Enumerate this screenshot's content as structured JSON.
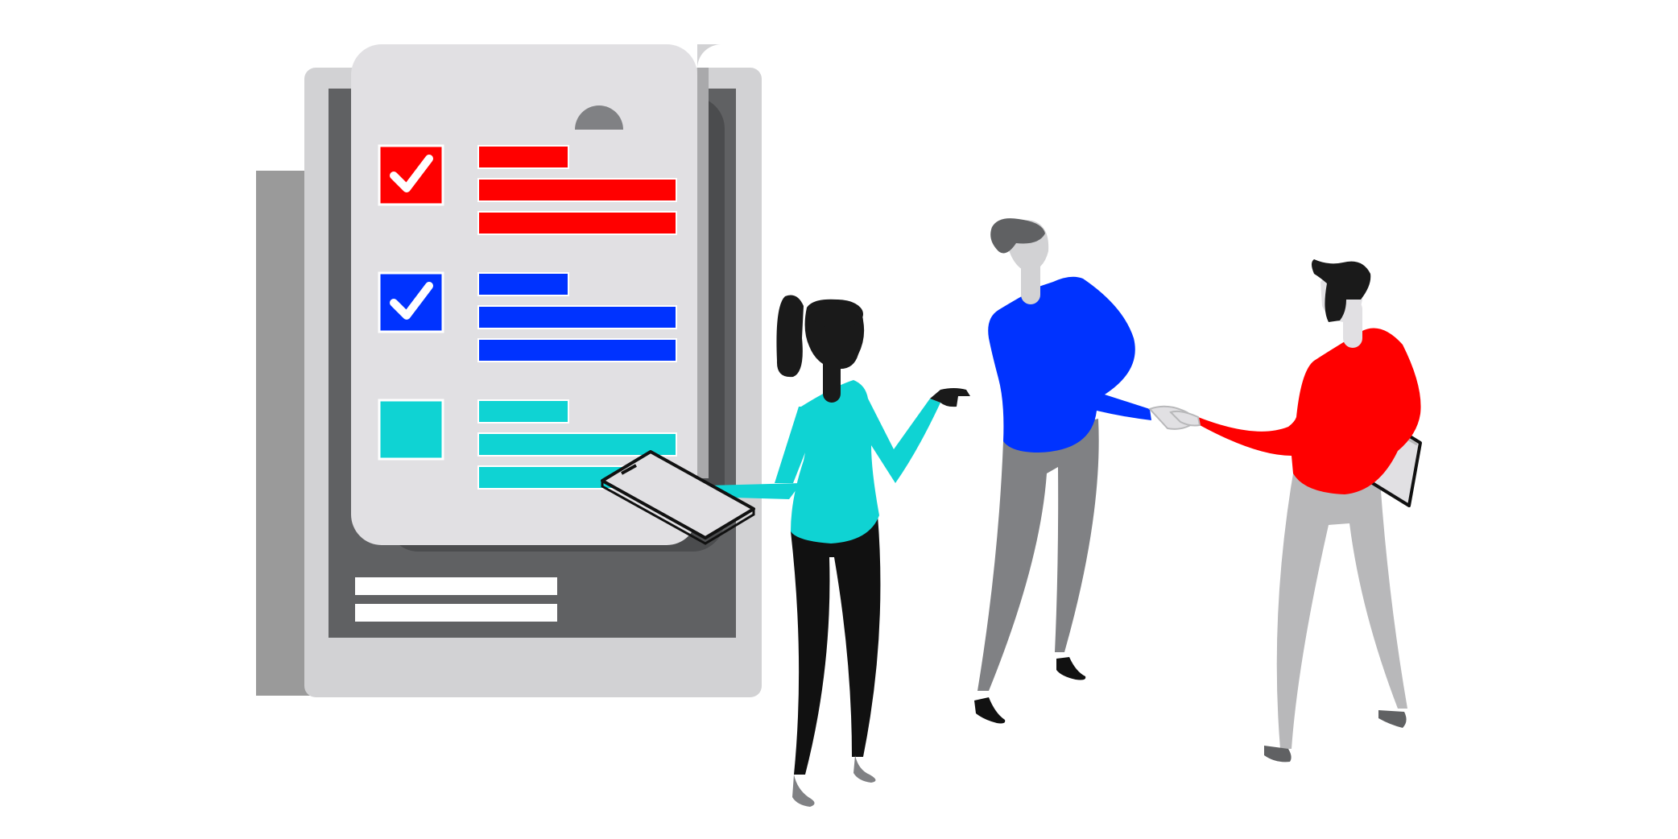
{
  "illustration": {
    "colors": {
      "background": "#ffffff",
      "grey_light": "#e1e0e3",
      "grey_mid": "#d2d2d4",
      "grey_dark": "#606163",
      "grey_back": "#9a9a9a",
      "red": "#ff0000",
      "blue": "#0033ff",
      "teal": "#0fd3d3",
      "black": "#1a1a1a",
      "white": "#ffffff"
    },
    "checklist": [
      {
        "color": "red",
        "checked": true
      },
      {
        "color": "blue",
        "checked": true
      },
      {
        "color": "teal",
        "checked": false
      }
    ],
    "people": [
      {
        "role": "woman-holding-phone",
        "shirt": "teal",
        "pants": "black"
      },
      {
        "role": "man-shaking-hands",
        "shirt": "blue",
        "pants": "grey"
      },
      {
        "role": "man-holding-tablet",
        "shirt": "red",
        "pants": "light-grey"
      }
    ],
    "icons": [
      "check-icon",
      "phone-icon",
      "tablet-icon"
    ]
  }
}
